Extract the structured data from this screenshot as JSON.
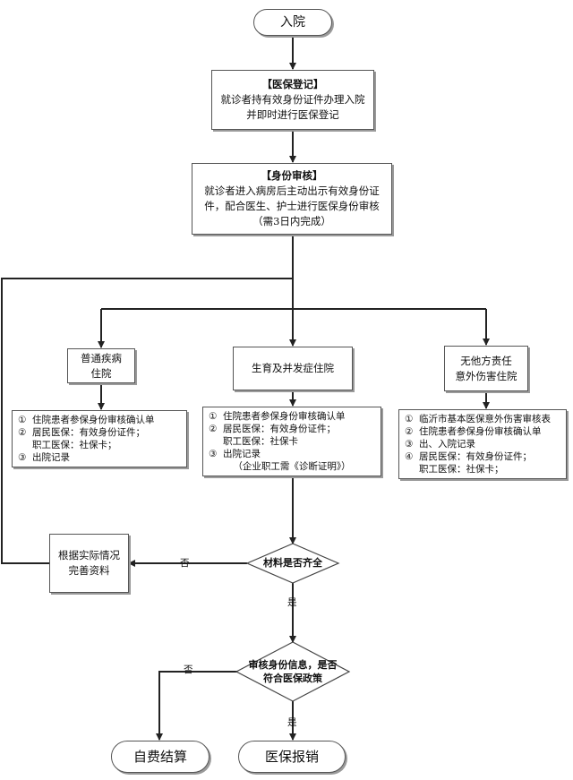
{
  "start": "入院",
  "registration": {
    "title": "【医保登记】",
    "lines": [
      "就诊者持有效身份证件办理入院",
      "并即时进行医保登记"
    ]
  },
  "identity": {
    "title": "【身份审核】",
    "lines": [
      "就诊者进入病房后主动出示有效身份证",
      "件，配合医生、护士进行医保身份审核",
      "（需3日内完成）"
    ]
  },
  "branches": {
    "general": {
      "lines": [
        "普通疾病",
        "住院"
      ]
    },
    "maternity": {
      "lines": [
        "生育及并发症住院"
      ]
    },
    "injury": {
      "lines": [
        "无他方责任",
        "意外伤害住院"
      ]
    }
  },
  "docs": {
    "general": [
      {
        "num": "①",
        "text": "住院患者参保身份审核确认单"
      },
      {
        "num": "②",
        "text": "居民医保：有效身份证件；"
      },
      {
        "num": "",
        "text": "职工医保：社保卡；"
      },
      {
        "num": "③",
        "text": "出院记录"
      }
    ],
    "maternity": [
      {
        "num": "①",
        "text": "住院患者参保身份审核确认单"
      },
      {
        "num": "②",
        "text": "居民医保：有效身份证件；"
      },
      {
        "num": "",
        "text": "职工医保：社保卡"
      },
      {
        "num": "③",
        "text": "出院记录"
      }
    ],
    "maternity_note": "（企业职工需《诊断证明》）",
    "injury": [
      {
        "num": "①",
        "text": "临沂市基本医保意外伤害审核表"
      },
      {
        "num": "②",
        "text": "住院患者参保身份审核确认单"
      },
      {
        "num": "③",
        "text": "出、入院记录"
      },
      {
        "num": "④",
        "text": "居民医保：有效身份证件；"
      },
      {
        "num": "",
        "text": "职工医保：社保卡；"
      }
    ]
  },
  "improve": [
    "根据实际情况",
    "完善资料"
  ],
  "decision1": "材料是否齐全",
  "decision2": [
    "审核身份信息，是否",
    "符合医保政策"
  ],
  "labels": {
    "no": "否",
    "yes": "是"
  },
  "end_self": "自费结算",
  "end_insurance": "医保报销"
}
